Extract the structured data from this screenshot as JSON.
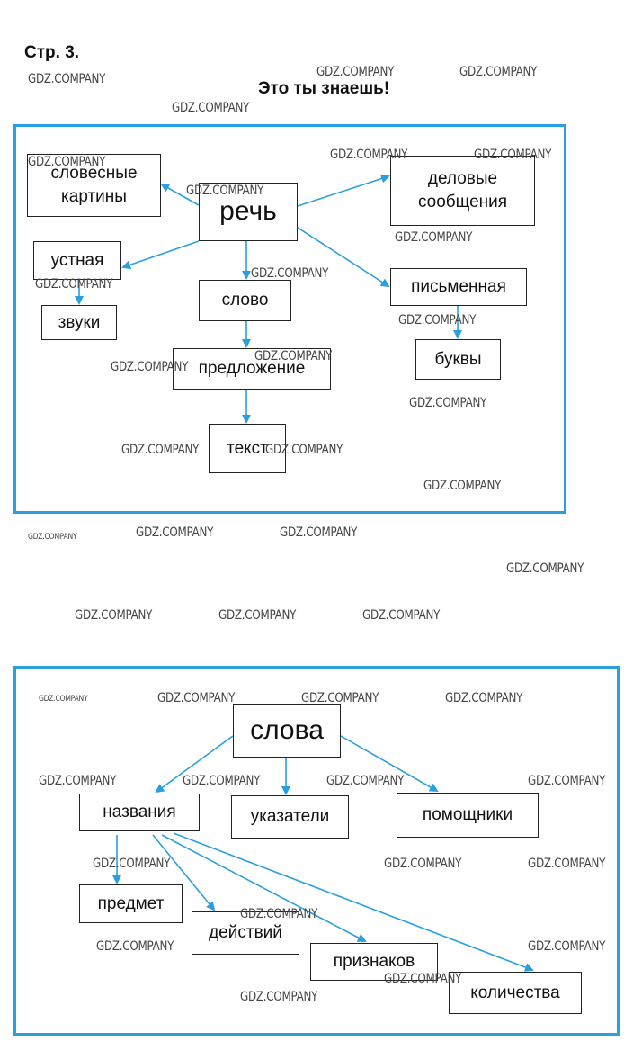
{
  "page_label": "Стр. 3.",
  "subtitle": "Это ты знаешь!",
  "accent_color": "#2a9fe0",
  "watermark": "GDZ.COMPANY",
  "diagram1": {
    "root": "речь",
    "nodes": {
      "verbal_pictures": "словесные\nкартины",
      "business_messages": "деловые\nсообщения",
      "oral": "устная",
      "sounds": "звуки",
      "word": "слово",
      "written": "письменная",
      "letters": "буквы",
      "sentence": "предложение",
      "text": "текст"
    }
  },
  "diagram2": {
    "root": "слова",
    "nodes": {
      "names": "названия",
      "pointers": "указатели",
      "helpers": "помощники",
      "object": "предмет",
      "actions": "действий",
      "attributes": "признаков",
      "quantity": "количества"
    }
  }
}
